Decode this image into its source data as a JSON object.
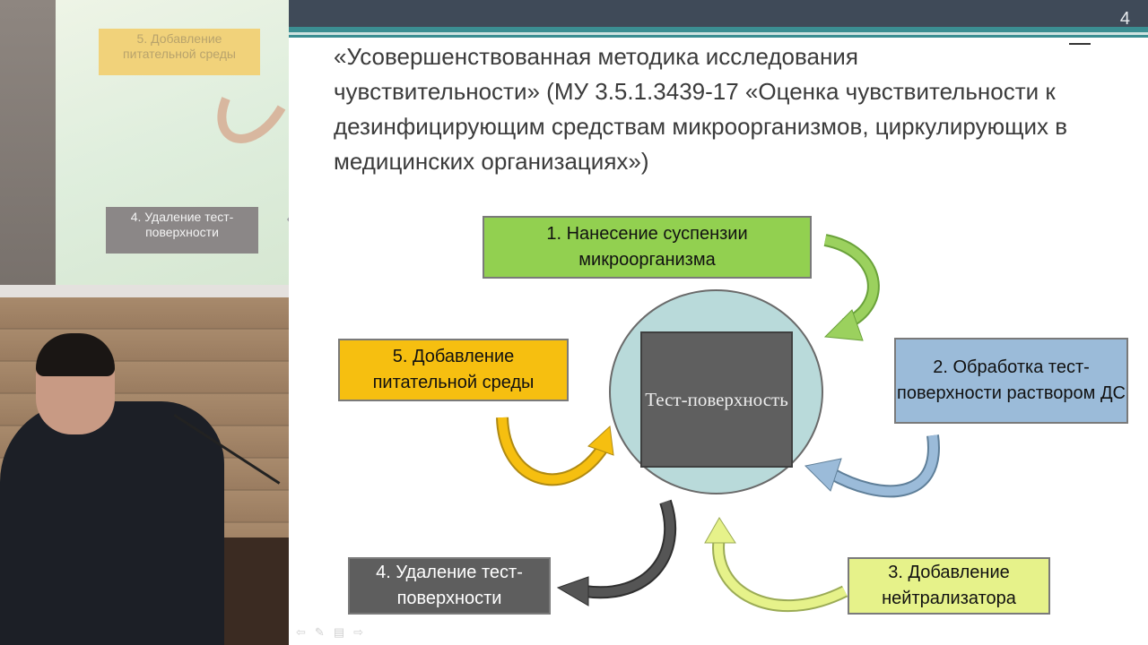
{
  "projected_slide": {
    "box5_text": "5. Добавление питательной среды",
    "box4_text": "4. Удаление тест-поверхности"
  },
  "slide": {
    "number": "4",
    "title": "«Усовершенствованная методика исследования чувствительности» (МУ 3.5.1.3439-17 «Оценка чувствительности к дезинфицирующим средствам микроорганизмов, циркулирующих в медицинских организациях»)",
    "center_label": "Тест-поверхность",
    "steps": [
      {
        "text": "1. Нанесение суспензии микроорганизма",
        "color": "#92d050"
      },
      {
        "text": "2. Обработка тест-поверхности раствором ДС",
        "color": "#9bbbd9"
      },
      {
        "text": "3. Добавление нейтрализатора",
        "color": "#e6f28a"
      },
      {
        "text": "4. Удаление тест-поверхности",
        "color": "#5e5e5e"
      },
      {
        "text": "5. Добавление питательной среды",
        "color": "#f6bf10"
      }
    ],
    "nav_icons": [
      "back-arrow-icon",
      "pen-icon",
      "menu-icon",
      "forward-arrow-icon"
    ]
  }
}
